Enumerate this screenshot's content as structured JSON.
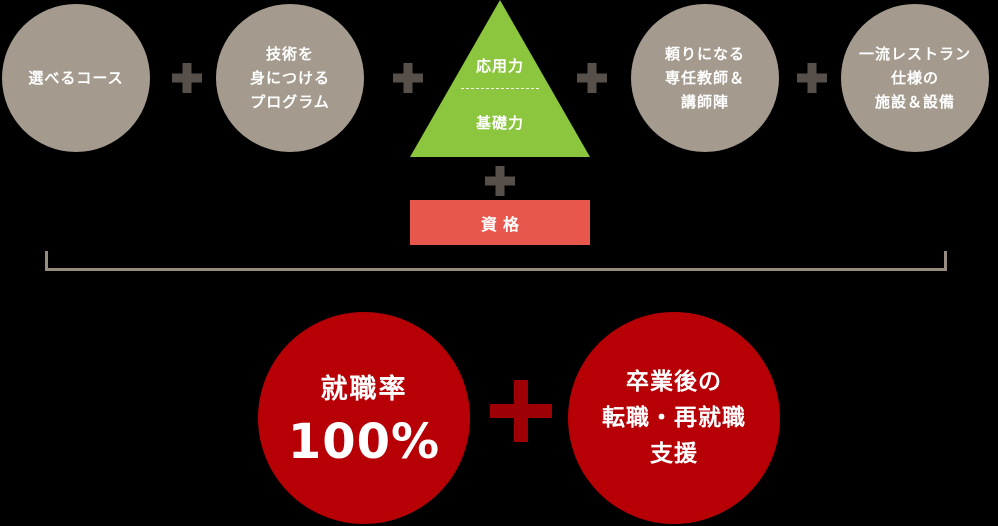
{
  "colors": {
    "bg": "#000000",
    "taupe": "#a49b8e",
    "plus_dark": "#57504a",
    "green": "#8cc63e",
    "coral": "#e8574c",
    "bracket": "#968c80",
    "crimson": "#b60005",
    "plus_red": "#9e0005"
  },
  "top_row": {
    "circle1": {
      "lines": [
        "選べるコース"
      ]
    },
    "circle2": {
      "lines": [
        "技術を",
        "身につける",
        "プログラム"
      ]
    },
    "pyramid": {
      "top_label": "応用力",
      "bottom_label": "基礎力"
    },
    "circle3": {
      "lines": [
        "頼りになる",
        "専任教師＆",
        "講師陣"
      ]
    },
    "circle4": {
      "lines": [
        "一流レストラン",
        "仕様の",
        "施設＆設備"
      ]
    }
  },
  "qualification": {
    "label": "資格"
  },
  "bottom_row": {
    "employment": {
      "title": "就職率",
      "rate": "100%"
    },
    "support": {
      "lines": [
        "卒業後の",
        "転職・再就職",
        "支援"
      ]
    }
  },
  "icons": {
    "plus": "plus-icon (css cross shape)"
  }
}
